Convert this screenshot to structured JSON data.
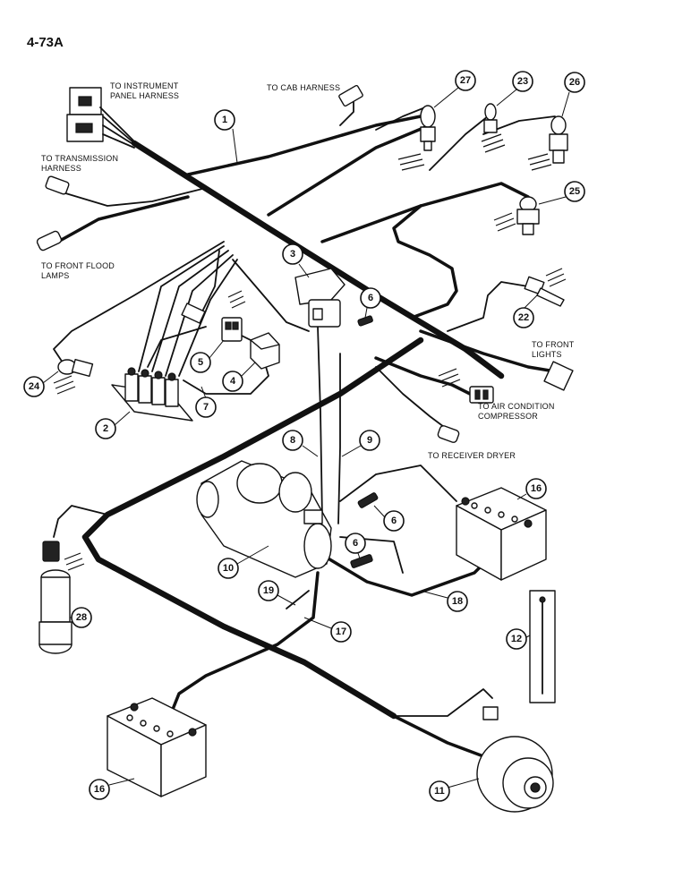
{
  "page_number": "4-73A",
  "labels": {
    "instrument_panel": [
      "TO INSTRUMENT",
      "PANEL HARNESS"
    ],
    "cab_harness": [
      "TO CAB HARNESS"
    ],
    "transmission": [
      "TO TRANSMISSION",
      "HARNESS"
    ],
    "flood_lamps": [
      "TO FRONT FLOOD",
      "LAMPS"
    ],
    "front_lights": [
      "TO FRONT",
      "LIGHTS"
    ],
    "air_condition": [
      "TO AIR CONDITION",
      "COMPRESSOR"
    ],
    "receiver_dryer": [
      "TO RECEIVER DRYER"
    ]
  },
  "callouts": [
    "1",
    "2",
    "3",
    "4",
    "5",
    "6",
    "6",
    "6",
    "7",
    "8",
    "9",
    "10",
    "11",
    "12",
    "16",
    "16",
    "17",
    "18",
    "19",
    "22",
    "23",
    "24",
    "25",
    "26",
    "27",
    "28"
  ]
}
